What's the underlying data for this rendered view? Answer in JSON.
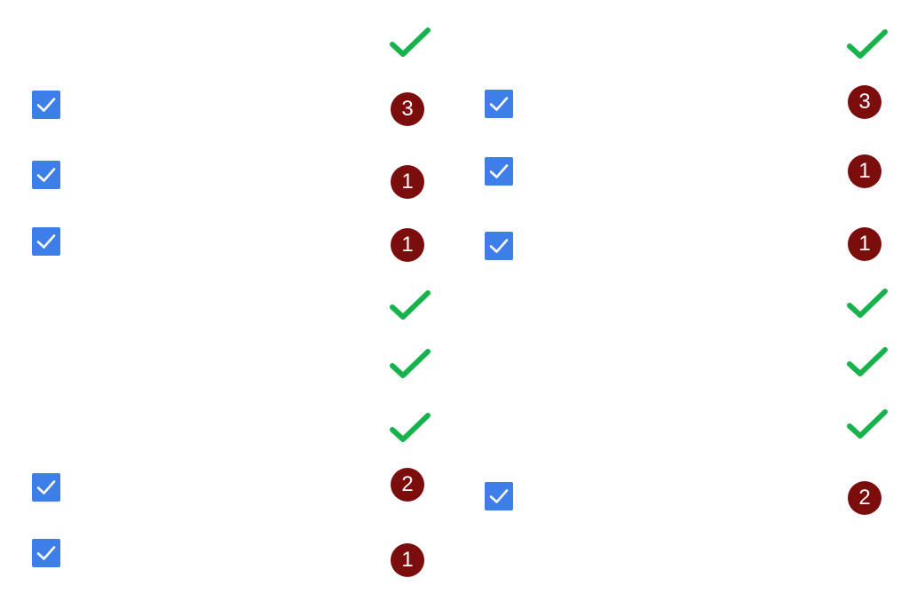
{
  "colors": {
    "checkbox_fill": "#3d7ee8",
    "checkmark": "#ffffff",
    "badge_fill": "#7b0d0d",
    "success_tick": "#16b24b"
  },
  "left_items": [
    {
      "code": "",
      "label": "",
      "checked": false,
      "status": {
        "type": "tick",
        "icon": "green-check-icon"
      }
    },
    {
      "code": "",
      "label": "",
      "checked": true,
      "status": {
        "type": "count",
        "count": "3"
      }
    },
    {
      "code": "",
      "label": "",
      "checked": true,
      "status": {
        "type": "count",
        "count": "1"
      }
    },
    {
      "code": "",
      "label": "",
      "checked": true,
      "status": {
        "type": "count",
        "count": "1"
      }
    },
    {
      "code": "",
      "label": "",
      "checked": false,
      "status": {
        "type": "tick",
        "icon": "green-check-icon"
      }
    },
    {
      "code": "",
      "label": "",
      "checked": false,
      "status": {
        "type": "tick",
        "icon": "green-check-icon"
      }
    },
    {
      "code": "",
      "label": "",
      "checked": false,
      "status": {
        "type": "tick",
        "icon": "green-check-icon"
      }
    },
    {
      "code": "",
      "label": "",
      "checked": true,
      "status": {
        "type": "count",
        "count": "2"
      }
    },
    {
      "code": "",
      "label": "",
      "checked": true,
      "status": {
        "type": "count",
        "count": "1"
      }
    }
  ],
  "right_items": [
    {
      "code": "",
      "label": "",
      "checked": false,
      "status": {
        "type": "tick",
        "icon": "green-check-icon"
      }
    },
    {
      "code": "",
      "label": "",
      "checked": true,
      "status": {
        "type": "count",
        "count": "3"
      }
    },
    {
      "code": "",
      "label": "",
      "checked": true,
      "status": {
        "type": "count",
        "count": "1"
      }
    },
    {
      "code": "",
      "label": "",
      "checked": true,
      "status": {
        "type": "count",
        "count": "1"
      }
    },
    {
      "code": "",
      "label": "",
      "checked": false,
      "status": {
        "type": "tick",
        "icon": "green-check-icon"
      }
    },
    {
      "code": "",
      "label": "",
      "checked": false,
      "status": {
        "type": "tick",
        "icon": "green-check-icon"
      }
    },
    {
      "code": "",
      "label": "",
      "checked": false,
      "status": {
        "type": "tick",
        "icon": "green-check-icon"
      }
    },
    {
      "code": "",
      "label": "",
      "checked": true,
      "status": {
        "type": "count",
        "count": "2"
      }
    }
  ]
}
